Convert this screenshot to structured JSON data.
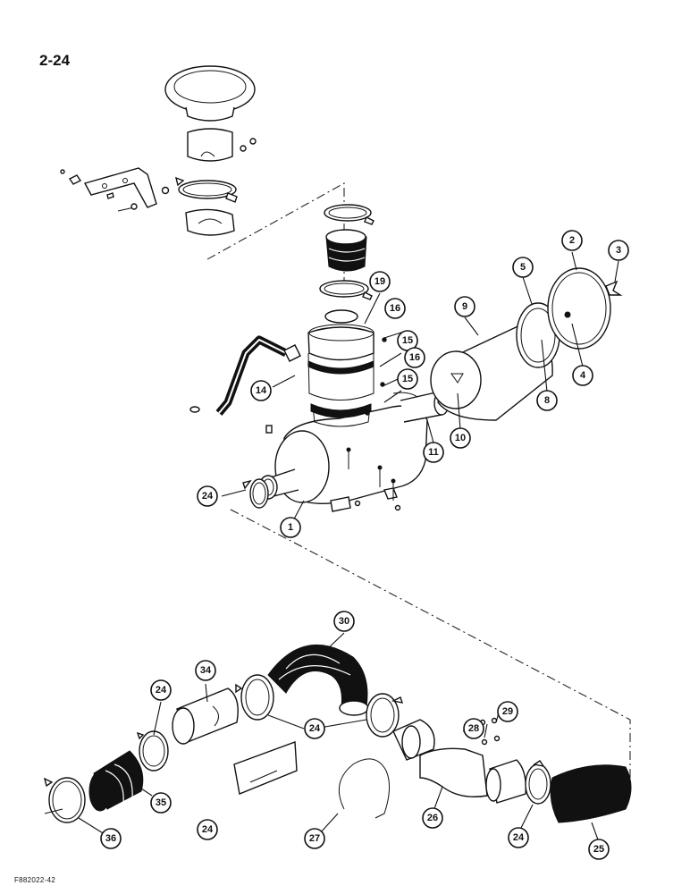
{
  "page_number": "2-24",
  "figure_code": "F882022-42",
  "callouts": [
    {
      "label": "1"
    },
    {
      "label": "2"
    },
    {
      "label": "3"
    },
    {
      "label": "4"
    },
    {
      "label": "5"
    },
    {
      "label": "8"
    },
    {
      "label": "9"
    },
    {
      "label": "10"
    },
    {
      "label": "11"
    },
    {
      "label": "14"
    },
    {
      "label": "15"
    },
    {
      "label": "15"
    },
    {
      "label": "16"
    },
    {
      "label": "16"
    },
    {
      "label": "19"
    },
    {
      "label": "24"
    },
    {
      "label": "24"
    },
    {
      "label": "24"
    },
    {
      "label": "24"
    },
    {
      "label": "24"
    },
    {
      "label": "25"
    },
    {
      "label": "26"
    },
    {
      "label": "27"
    },
    {
      "label": "28"
    },
    {
      "label": "29"
    },
    {
      "label": "30"
    },
    {
      "label": "34"
    },
    {
      "label": "35"
    },
    {
      "label": "36"
    }
  ]
}
